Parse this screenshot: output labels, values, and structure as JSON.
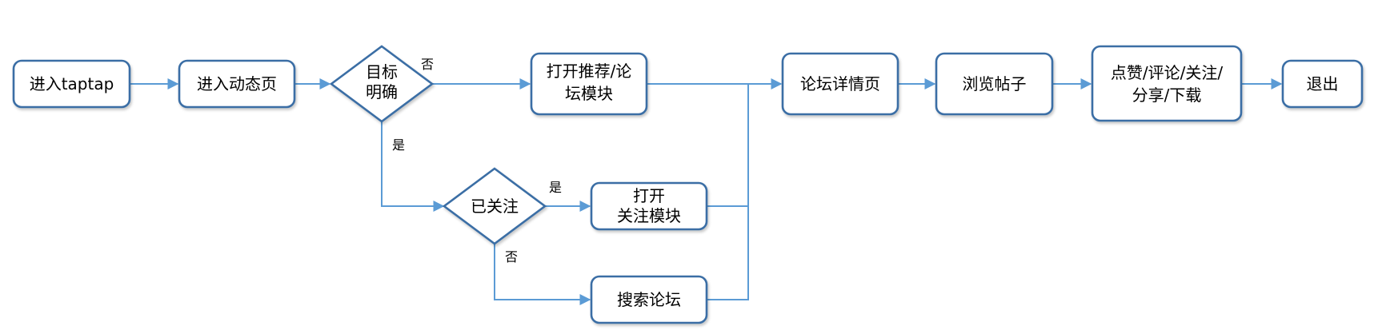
{
  "nodes": {
    "enter_taptap": "进入taptap",
    "enter_feed": "进入动态页",
    "goal_clear": [
      "目标",
      "明确"
    ],
    "open_recommend": [
      "打开推荐/论",
      "坛模块"
    ],
    "forum_detail": "论坛详情页",
    "browse_posts": "浏览帖子",
    "interact": [
      "点赞/评论/关注/",
      "分享/下载"
    ],
    "exit": "退出",
    "followed": "已关注",
    "open_follow": [
      "打开",
      "关注模块"
    ],
    "search_forum": "搜索论坛"
  },
  "edge_labels": {
    "goal_no": "否",
    "goal_yes": "是",
    "followed_yes": "是",
    "followed_no": "否"
  },
  "colors": {
    "node_border": "#3a6ea5",
    "edge": "#5b9bd5"
  }
}
